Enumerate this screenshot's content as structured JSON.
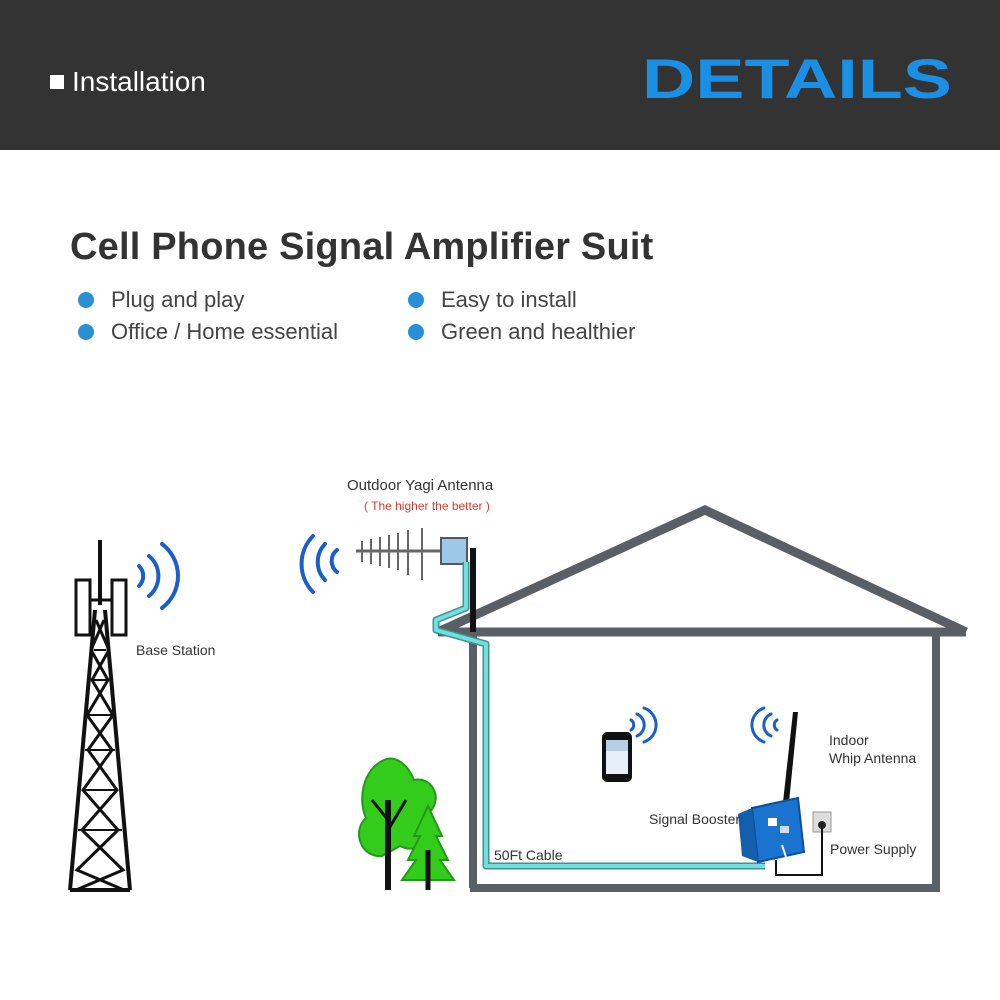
{
  "header": {
    "section_label": "Installation",
    "brand": "DETAILS"
  },
  "title": "Cell Phone Signal Amplifier Suit",
  "features": [
    {
      "label": "Plug and play"
    },
    {
      "label": "Easy to install"
    },
    {
      "label": "Office / Home essential"
    },
    {
      "label": "Green and healthier"
    }
  ],
  "diagram": {
    "outdoor_antenna": "Outdoor Yagi Antenna",
    "outdoor_antenna_note": "( The higher the better )",
    "base_station": "Base Station",
    "indoor_antenna_line1": "Indoor",
    "indoor_antenna_line2": "Whip Antenna",
    "signal_booster": "Signal Booster",
    "power_supply": "Power Supply",
    "cable": "50Ft Cable"
  },
  "colors": {
    "header_bg": "#333333",
    "brand_blue": "#1a8fe3",
    "bullet_blue": "#2b8fd6",
    "cable": "#5fd3d3",
    "house_outline": "#5a5f66",
    "tree_green": "#2ecc1a",
    "note_red": "#e03a2f"
  }
}
